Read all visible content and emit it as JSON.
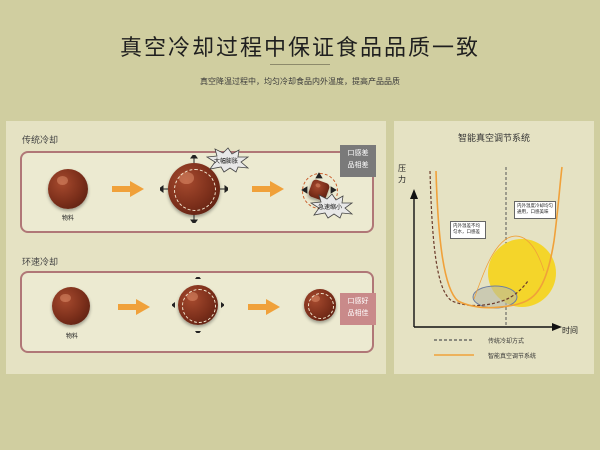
{
  "header": {
    "title": "真空冷却过程中保证食品品质一致",
    "subtitle": "真空降温过程中，均匀冷却食品内外温度，提高产品品质"
  },
  "traditional": {
    "label": "传统冷却",
    "material_label": "物料",
    "expand_label": "大幅膨胀",
    "shrink_label": "急速缩小",
    "badge": "口感差\n品相差"
  },
  "rapid": {
    "label": "环速冷却",
    "material_label": "物料",
    "badge": "口感好\n品相佳"
  },
  "system": {
    "title": "智能真空调节系统",
    "y_axis": "压力",
    "x_axis": "时间",
    "note_left": "内外温差不均匀水，口感差",
    "note_right": "内外温度冷却均匀通用，口感美味",
    "legend_traditional": "传统冷却方式",
    "legend_smart": "智能真空调节系统"
  },
  "colors": {
    "accent_orange": "#f0a13a",
    "box_border": "#b07777",
    "badge_bad": "#7a7a7a",
    "badge_good": "#c98a8a",
    "panel_bg": "#e5e2c3",
    "page_bg": "#d0cea0"
  },
  "icons": {
    "arrow": "right-arrow-icon",
    "burst": "starburst-icon"
  }
}
